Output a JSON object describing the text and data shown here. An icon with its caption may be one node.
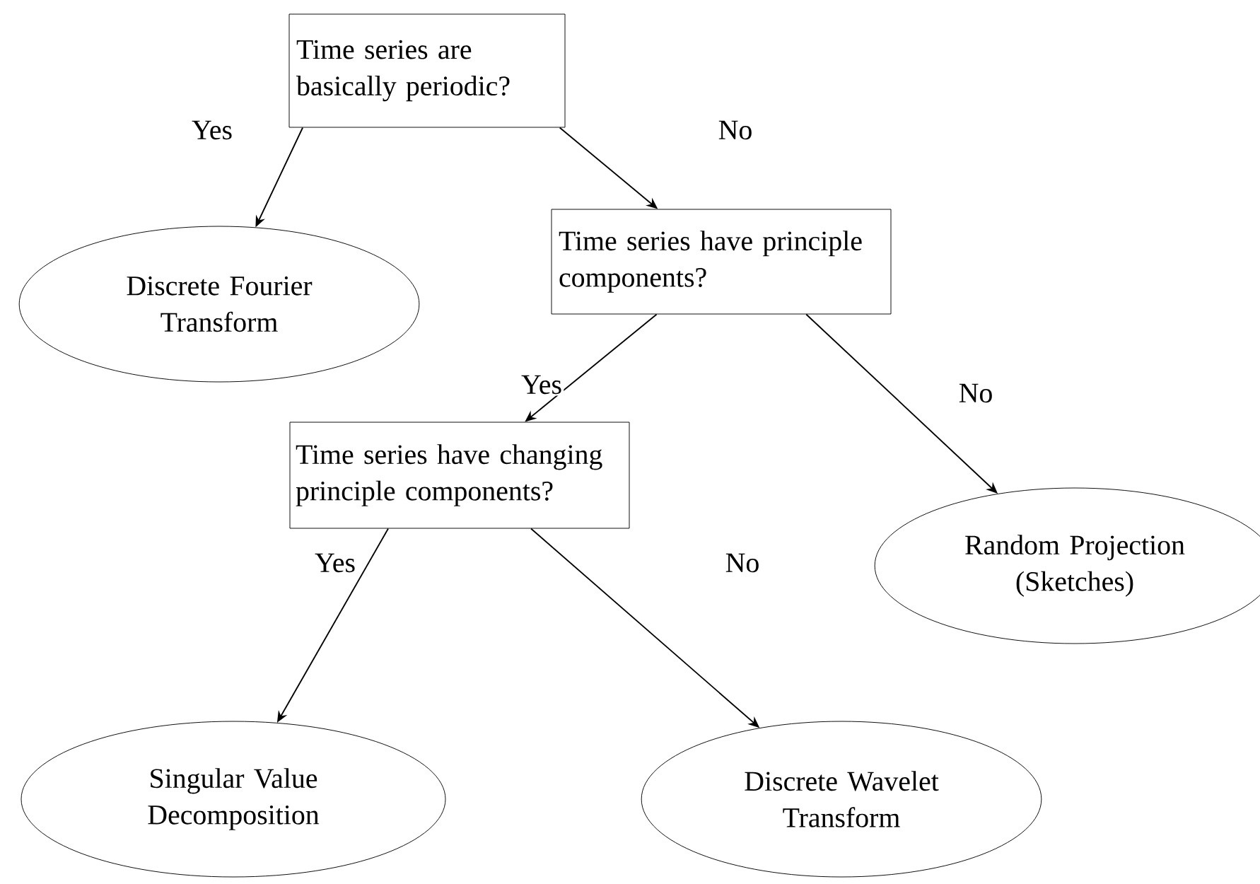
{
  "diagram": {
    "nodes": [
      {
        "text": [
          "Time series are basically periodic?"
        ]
      },
      {
        "text": [
          "Discrete Fourier Transform"
        ]
      },
      {
        "text": [
          "Time series have principle components?"
        ]
      },
      {
        "text": [
          "Time series have changing principle components?"
        ]
      },
      {
        "text": [
          "Random Projection (Sketches)"
        ]
      },
      {
        "text": [
          "Singular Value Decomposition"
        ]
      },
      {
        "text": [
          "Discrete Wavelet Transform"
        ]
      }
    ],
    "edges": [
      {
        "from": 0,
        "to": 1,
        "arrow": "to",
        "label": "Yes"
      },
      {
        "from": 0,
        "to": 2,
        "arrow": "to",
        "label": "No"
      },
      {
        "from": 2,
        "to": 3,
        "arrow": "to",
        "label": "Yes"
      },
      {
        "from": 2,
        "to": 4,
        "arrow": "to",
        "label": "No"
      },
      {
        "from": 3,
        "to": 5,
        "arrow": "to",
        "label": "Yes"
      },
      {
        "from": 3,
        "to": 6,
        "arrow": "to",
        "label": "No"
      }
    ]
  }
}
